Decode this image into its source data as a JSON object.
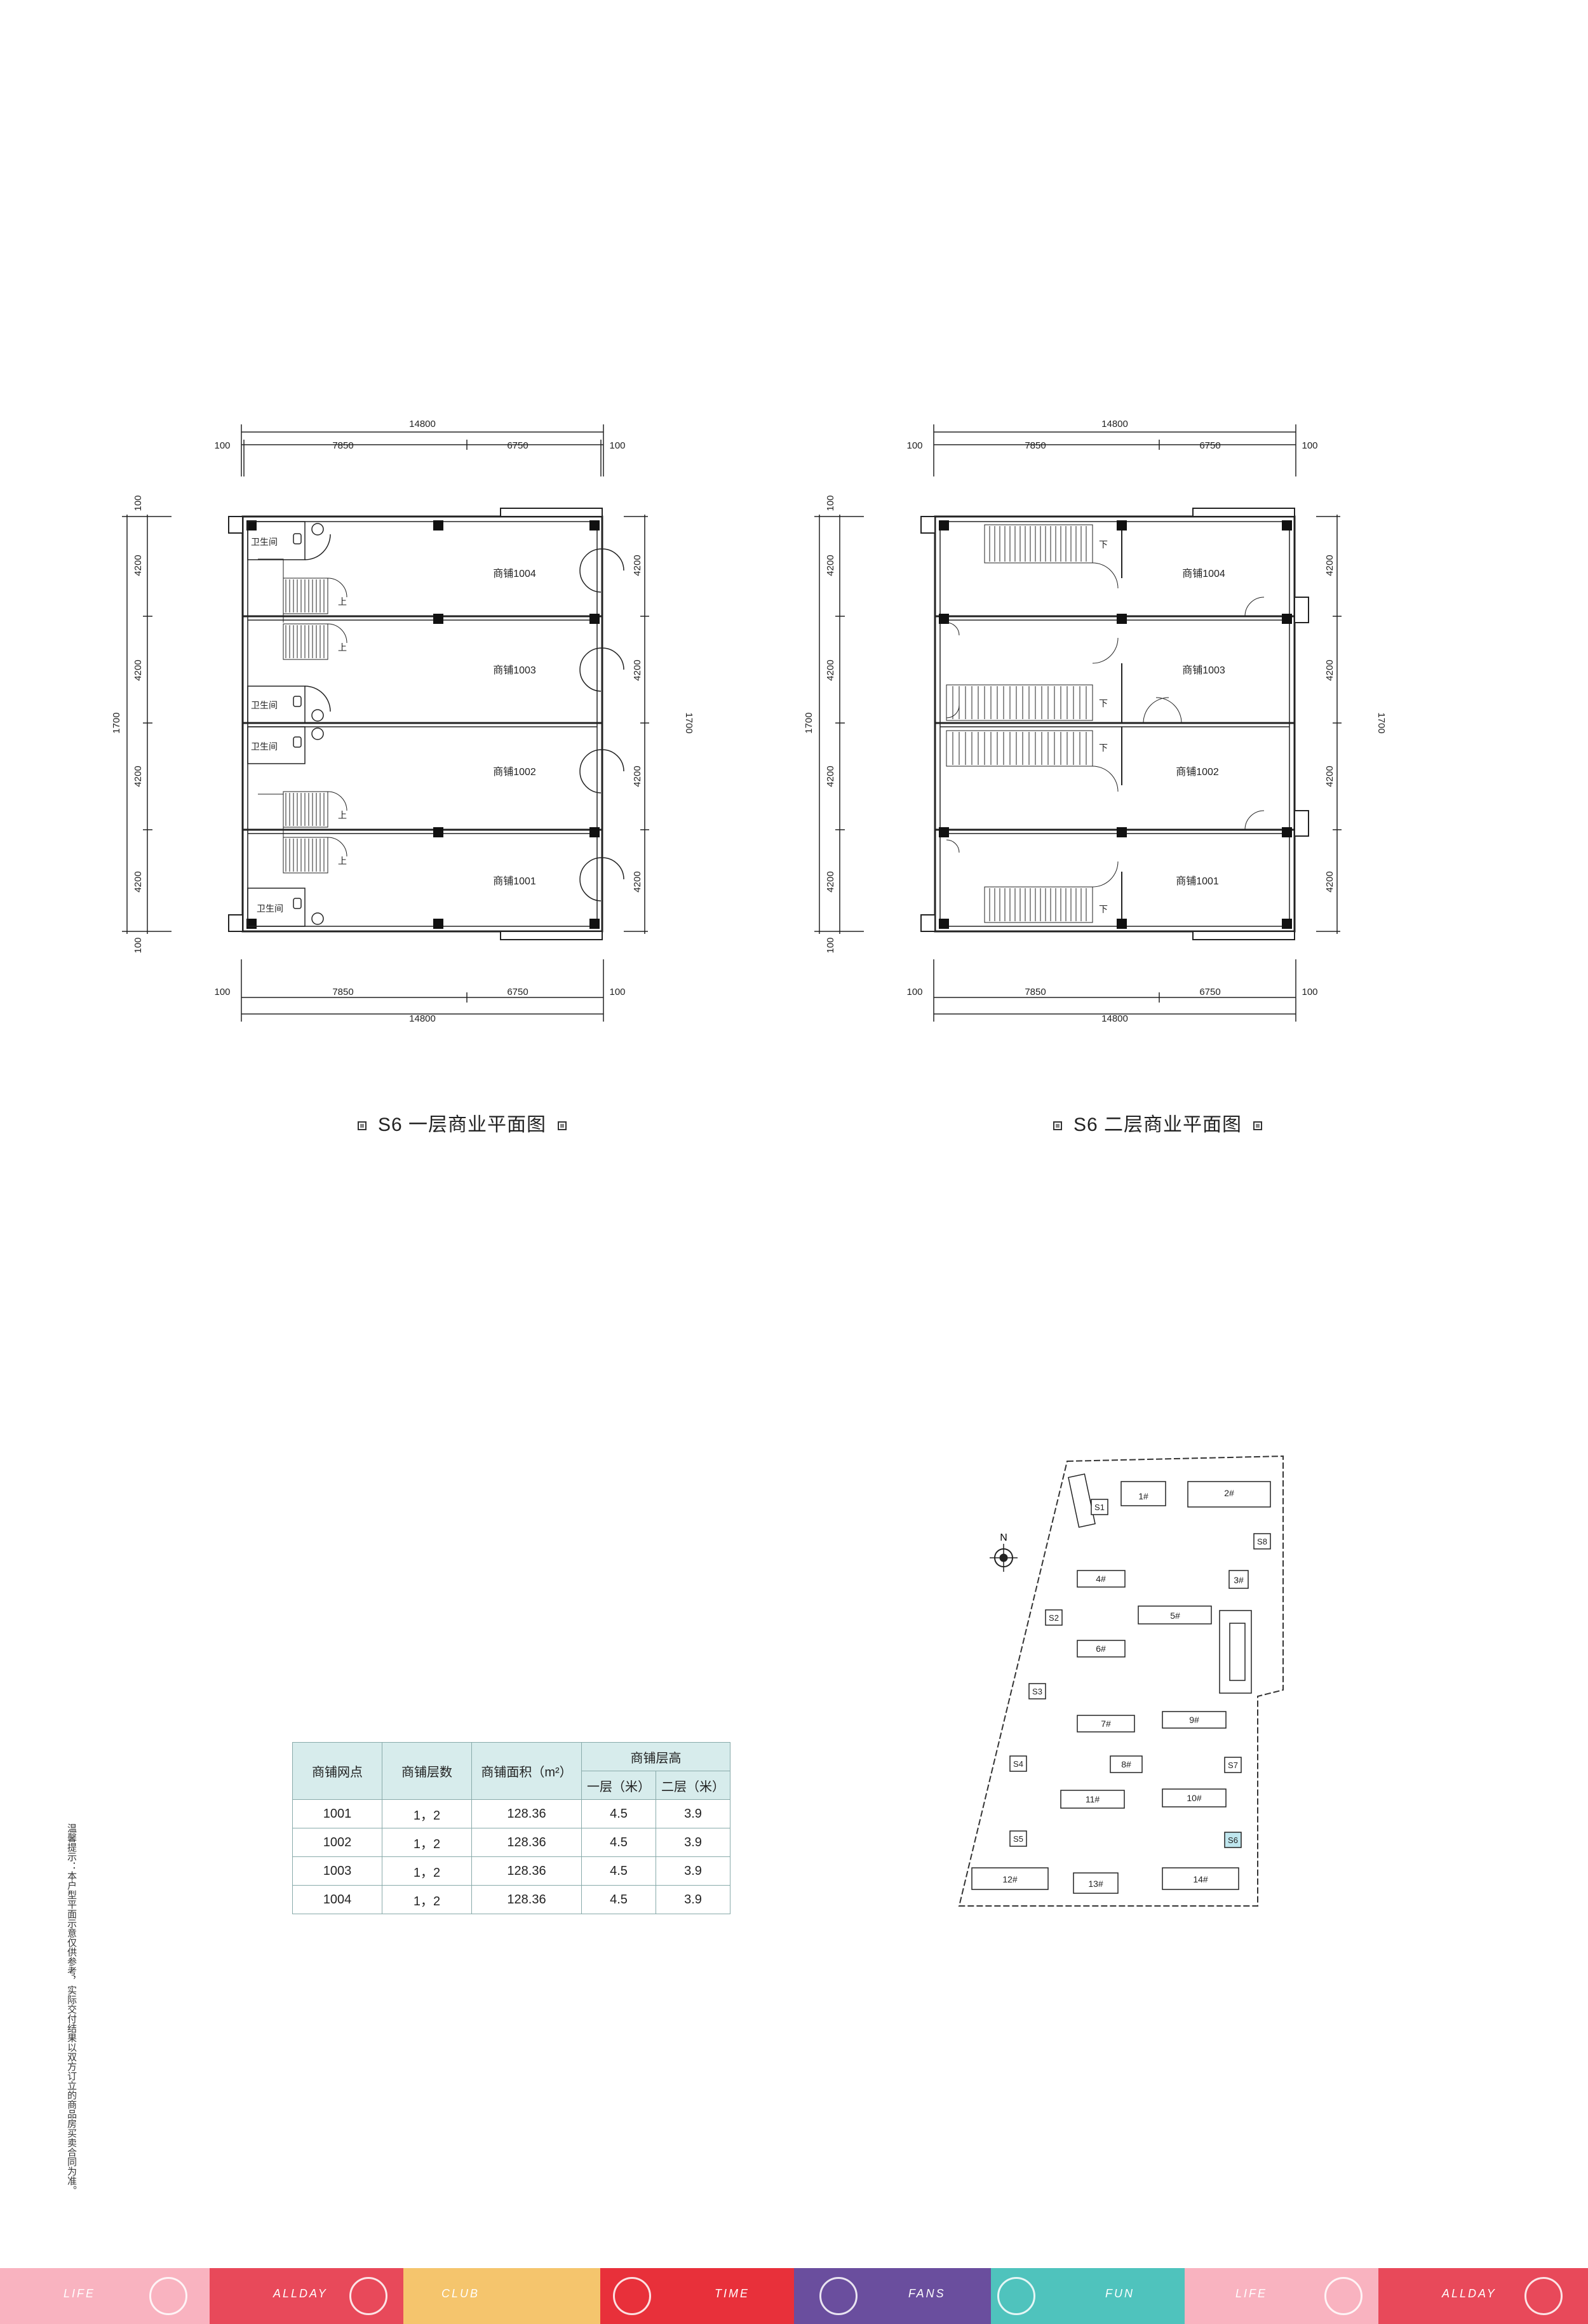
{
  "plans": [
    {
      "title": "S6 一层商业平面图",
      "dims": {
        "total": "14800",
        "left": "7850",
        "right": "6750",
        "margin": "100",
        "vertical_total": "1700",
        "bay": "4200",
        "edge": "100"
      },
      "shops": [
        "商铺1004",
        "商铺1003",
        "商铺1002",
        "商铺1001"
      ],
      "wc_label": "卫生间",
      "stair_up": "上"
    },
    {
      "title": "S6 二层商业平面图",
      "dims": {
        "total": "14800",
        "left": "7850",
        "right": "6750",
        "margin": "100",
        "vertical_total": "1700",
        "bay": "4200",
        "edge": "100"
      },
      "shops": [
        "商铺1004",
        "商铺1003",
        "商铺1002",
        "商铺1001"
      ],
      "stair_down": "下"
    }
  ],
  "table": {
    "headers": {
      "unit": "商铺网点",
      "floors": "商铺层数",
      "area": "商铺面积（m²）",
      "height": "商铺层高",
      "h1": "一层（米）",
      "h2": "二层（米）"
    },
    "rows": [
      {
        "unit": "1001",
        "floors": "1，2",
        "area": "128.36",
        "h1": "4.5",
        "h2": "3.9"
      },
      {
        "unit": "1002",
        "floors": "1，2",
        "area": "128.36",
        "h1": "4.5",
        "h2": "3.9"
      },
      {
        "unit": "1003",
        "floors": "1，2",
        "area": "128.36",
        "h1": "4.5",
        "h2": "3.9"
      },
      {
        "unit": "1004",
        "floors": "1，2",
        "area": "128.36",
        "h1": "4.5",
        "h2": "3.9"
      }
    ]
  },
  "notice": "温馨提示：本户型平面示意仅供参考，实际交付结果以双方订立的商品房买卖合同为准。",
  "site_plan": {
    "north": "N",
    "buildings": [
      "1#",
      "2#",
      "3#",
      "4#",
      "5#",
      "6#",
      "7#",
      "8#",
      "9#",
      "10#",
      "11#",
      "12#",
      "13#",
      "14#"
    ],
    "shops": [
      "S1",
      "S2",
      "S3",
      "S4",
      "S5",
      "S6",
      "S7",
      "S8"
    ],
    "highlight": "S6"
  },
  "footer": [
    {
      "label": "LIFE",
      "color": "#f7a6b5"
    },
    {
      "label": "ALLDAY",
      "color": "#e94a5a"
    },
    {
      "label": "CLUB",
      "color": "#f5c56d"
    },
    {
      "label": "TIME",
      "color": "#e8303a"
    },
    {
      "label": "FANS",
      "color": "#6a4e9e"
    },
    {
      "label": "FUN",
      "color": "#4fc3bd"
    },
    {
      "label": "LIFE",
      "color": "#f7a6b5"
    },
    {
      "label": "ALLDAY",
      "color": "#e94a5a"
    }
  ]
}
